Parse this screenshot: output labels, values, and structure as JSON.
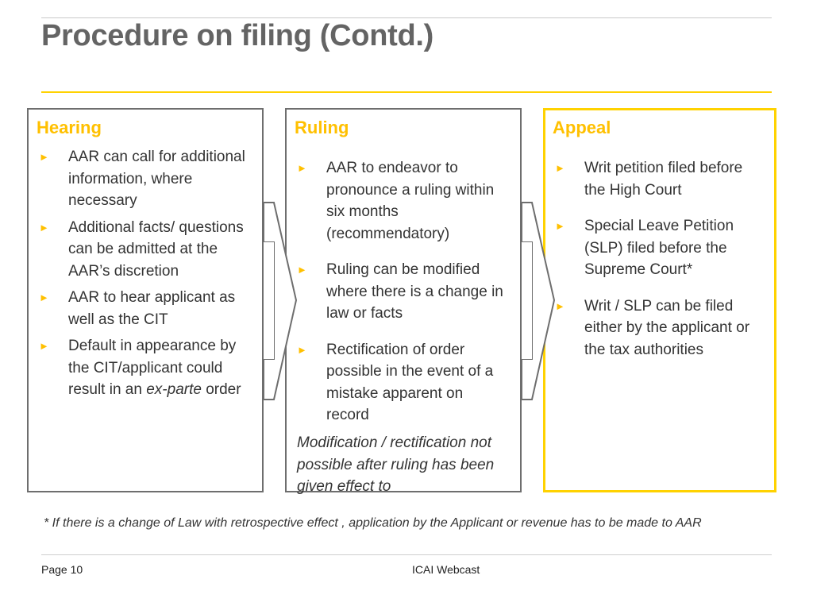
{
  "slide": {
    "title": "Procedure on filing (Contd.)"
  },
  "columns": [
    {
      "heading": "Hearing",
      "items": [
        {
          "text": "AAR can call for additional information, where necessary"
        },
        {
          "text": "Additional facts/ questions can be admitted at the AAR’s discretion"
        },
        {
          "text": "AAR to hear applicant as well as the CIT"
        },
        {
          "text": "Default in appearance by the CIT/applicant could result in an ",
          "italic": "ex-parte",
          "tail": " order"
        }
      ]
    },
    {
      "heading": "Ruling",
      "items": [
        {
          "text": "AAR to endeavor to pronounce a ruling within six months (recommendatory)"
        },
        {
          "text": "Ruling can be modified where there is a change in law or facts"
        },
        {
          "text": "Rectification of order possible in the event of a mistake apparent on record"
        }
      ],
      "note": "Modification / rectification not possible after ruling has been given effect to"
    },
    {
      "heading": "Appeal",
      "items": [
        {
          "text": "Writ petition filed before the High Court"
        },
        {
          "text": "Special Leave Petition (SLP) filed before the Supreme Court*"
        },
        {
          "text": "Writ / SLP can be filed either by the applicant or the tax authorities"
        }
      ]
    }
  ],
  "bullet_glyph": "►",
  "footnote": "* If there is a change of Law with retrospective effect , application by the Applicant or revenue has to be made to AAR",
  "footer": {
    "page": "Page 10",
    "center": "ICAI Webcast"
  },
  "colors": {
    "accent": "#ffc000",
    "appeal_border": "#ffd200",
    "box_border": "#6e6e6e",
    "title": "#646464"
  },
  "icons": [
    "chevron-arrow-icon",
    "bullet-triangle-icon"
  ]
}
